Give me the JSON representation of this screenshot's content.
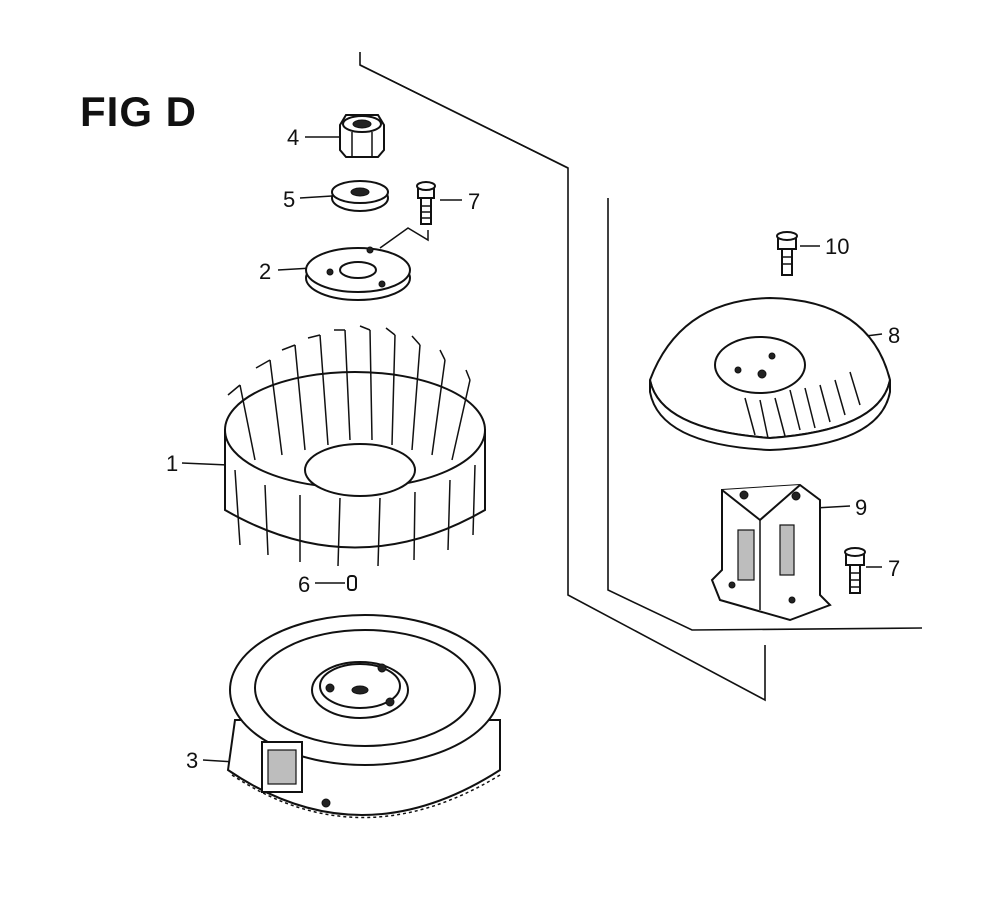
{
  "figure": {
    "title": "FIG D"
  },
  "callouts": [
    {
      "id": "p4",
      "label": "4"
    },
    {
      "id": "p5",
      "label": "5"
    },
    {
      "id": "p7a",
      "label": "7"
    },
    {
      "id": "p2",
      "label": "2"
    },
    {
      "id": "p1",
      "label": "1"
    },
    {
      "id": "p6",
      "label": "6"
    },
    {
      "id": "p3",
      "label": "3"
    },
    {
      "id": "p10",
      "label": "10"
    },
    {
      "id": "p8",
      "label": "8"
    },
    {
      "id": "p9",
      "label": "9"
    },
    {
      "id": "p7b",
      "label": "7"
    }
  ]
}
